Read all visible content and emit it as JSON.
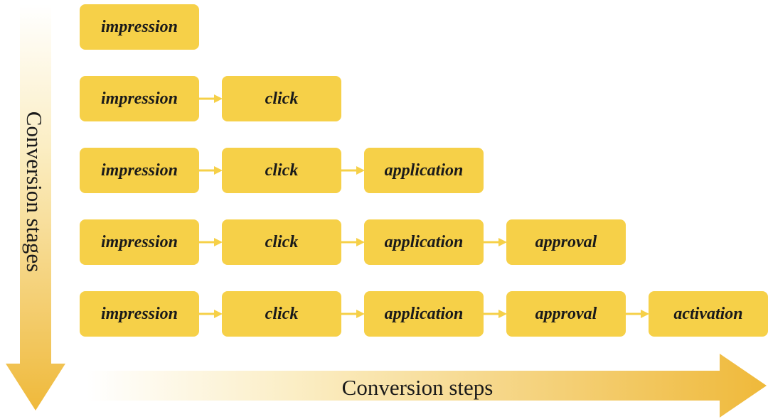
{
  "axes": {
    "vertical_label": "Conversion stages",
    "horizontal_label": "Conversion steps"
  },
  "rows": [
    {
      "steps": [
        "impression"
      ]
    },
    {
      "steps": [
        "impression",
        "click"
      ]
    },
    {
      "steps": [
        "impression",
        "click",
        "application"
      ]
    },
    {
      "steps": [
        "impression",
        "click",
        "application",
        "approval"
      ]
    },
    {
      "steps": [
        "impression",
        "click",
        "application",
        "approval",
        "activation"
      ]
    }
  ],
  "colors": {
    "box_fill": "#f6d048",
    "connector": "#f6d048",
    "arrow_strong": "#efb93a",
    "arrow_light": "#fdf5dc"
  }
}
